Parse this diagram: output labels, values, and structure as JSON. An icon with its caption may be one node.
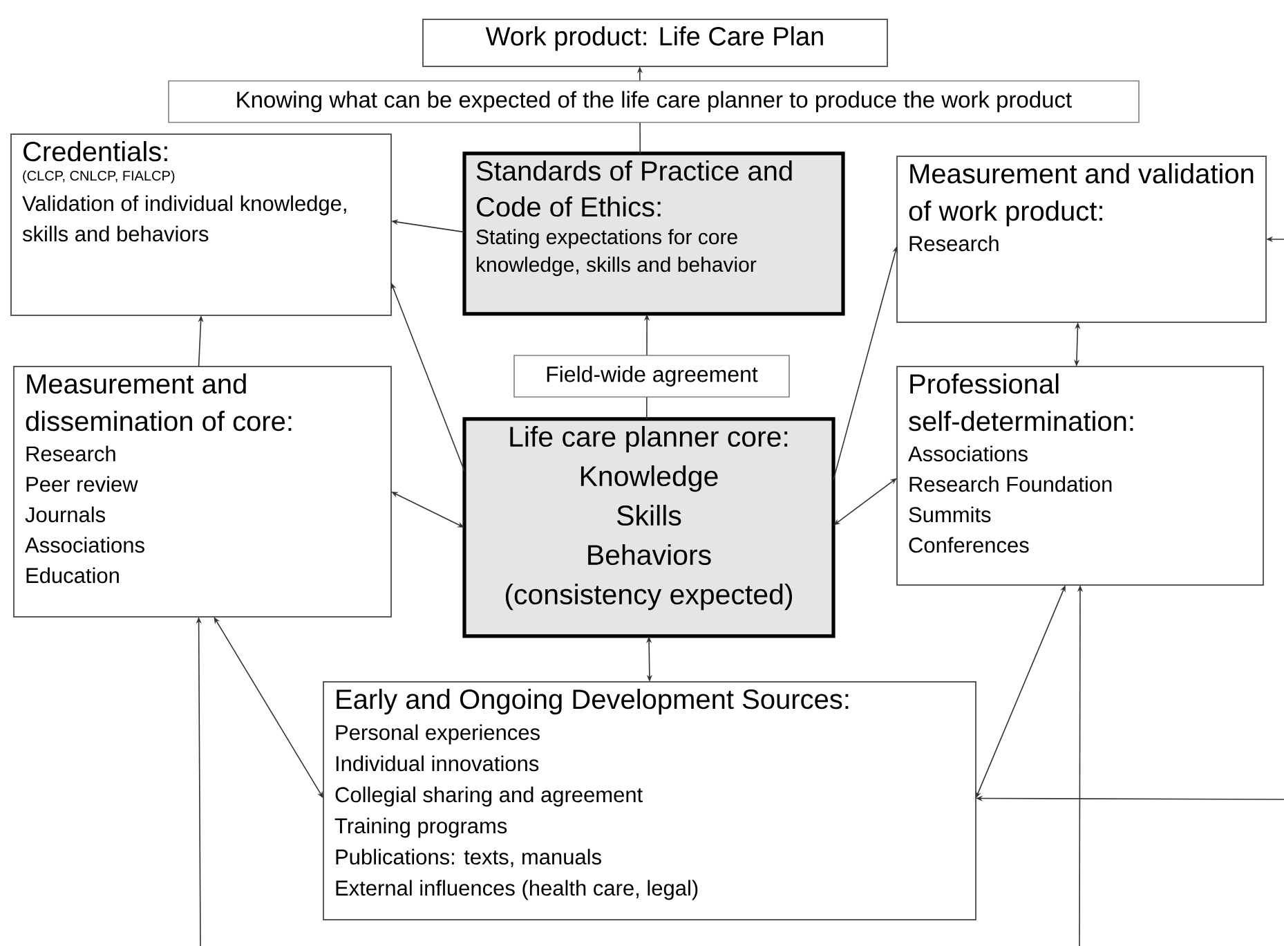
{
  "diagram": {
    "nodes": [
      {
        "text": [
          "Work product: Life Care Plan"
        ]
      },
      {
        "text": [
          "Credentials:",
          "(CLCP, CNLCP, FIALCP)",
          "Validation of individual knowledge, skills and behaviors"
        ]
      },
      {
        "text": [
          "Standards of Practice and Code of Ethics:",
          "Stating expectations for core knowledge, skills and behavior"
        ]
      },
      {
        "text": [
          "Measurement and validation of work product:",
          "Research"
        ]
      },
      {
        "text": [
          "Measurement and dissemination of core:",
          "Research",
          "Peer review",
          "Journals",
          "Associations",
          "Education"
        ]
      },
      {
        "text": [
          "Life care planner core:",
          "Knowledge",
          "Skills",
          "Behaviors",
          "(consistency expected)"
        ]
      },
      {
        "text": [
          "Professional self-determination:",
          "Associations",
          "Research Foundation",
          "Summits",
          "Conferences"
        ]
      },
      {
        "text": [
          "Early and Ongoing Development Sources:",
          "Personal experiences",
          "Individual innovations",
          "Collegial sharing and agreement",
          "Training programs",
          "Publications: texts, manuals",
          "External influences (health care, legal)"
        ]
      }
    ],
    "edges": [
      {
        "from": 2,
        "to": 0,
        "arrow": "to",
        "label": "Knowing what can be expected of the life care planner to produce the work product"
      },
      {
        "from": 5,
        "to": 2,
        "arrow": "to",
        "label": "Field-wide agreement"
      },
      {
        "from": 2,
        "to": 1,
        "arrow": "to"
      },
      {
        "from": 5,
        "to": 1,
        "arrow": "to"
      },
      {
        "from": 4,
        "to": 1,
        "arrow": "to"
      },
      {
        "from": 4,
        "to": 5,
        "arrow": "both"
      },
      {
        "from": 5,
        "to": 3,
        "arrow": "to"
      },
      {
        "from": 3,
        "to": 6,
        "arrow": "both"
      },
      {
        "from": 5,
        "to": 6,
        "arrow": "both"
      },
      {
        "from": 5,
        "to": 7,
        "arrow": "both"
      },
      {
        "from": 4,
        "to": 7,
        "arrow": "both"
      },
      {
        "from": 6,
        "to": 7,
        "arrow": "both"
      },
      {
        "from": null,
        "to": 4,
        "arrow": "to"
      },
      {
        "from": null,
        "to": 6,
        "arrow": "to"
      },
      {
        "from": null,
        "to": 7,
        "arrow": "to"
      },
      {
        "from": null,
        "to": 3,
        "arrow": "to"
      }
    ]
  }
}
